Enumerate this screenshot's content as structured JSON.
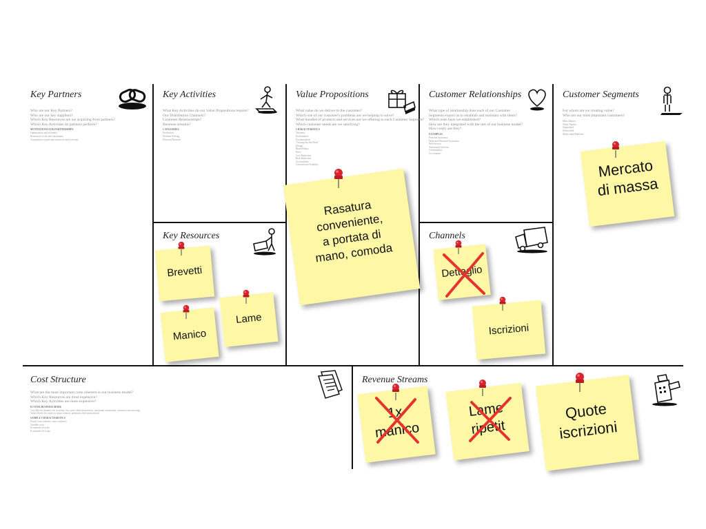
{
  "blocks": {
    "key_partners": {
      "title": "Key Partners",
      "questions": [
        "Who are our Key Partners?",
        "Who are our key suppliers?",
        "Which Key Resources are we acquiring from partners?",
        "Which Key Activities do partners perform?"
      ],
      "subhead": "MOTIVATIONS FOR PARTNERSHIPS",
      "examples": [
        "Optimization and economy",
        "Reduction of risk and uncertainty",
        "Acquisition of particular resources and activities"
      ]
    },
    "key_activities": {
      "title": "Key Activities",
      "questions": [
        "What Key Activities do our Value Propositions require?",
        "Our Distribution Channels?",
        "Customer Relationships?",
        "Revenue streams?"
      ],
      "subhead": "CATEGORIES",
      "examples": [
        "Production",
        "Problem Solving",
        "Platform/Network"
      ]
    },
    "value_propositions": {
      "title": "Value Propositions",
      "questions": [
        "What value do we deliver to the customer?",
        "Which one of our customer's problems are we helping to solve?",
        "What bundles of products and services are we offering to each Customer Segment?",
        "Which customer needs are we satisfying?"
      ],
      "subhead": "CHARACTERISTICS",
      "examples": [
        "Newness",
        "Performance",
        "Customization",
        "\"Getting the Job Done\"",
        "Design",
        "Brand/Status",
        "Price",
        "Cost Reduction",
        "Risk Reduction",
        "Accessibility",
        "Convenience/Usability"
      ]
    },
    "customer_relationships": {
      "title": "Customer Relationships",
      "questions": [
        "What type of relationship does each of our Customer",
        "Segments expect us to establish and maintain with them?",
        "Which ones have we established?",
        "How are they integrated with the rest of our business model?",
        "How costly are they?"
      ],
      "subhead": "EXAMPLES",
      "examples": [
        "Personal assistance",
        "Dedicated Personal Assistance",
        "Self-Service",
        "Automated Services",
        "Communities",
        "Co-creation"
      ]
    },
    "customer_segments": {
      "title": "Customer Segments",
      "questions": [
        "For whom are we creating value?",
        "Who are our most important customers?"
      ],
      "subhead": "",
      "examples": [
        "Mass Market",
        "Niche Market",
        "Segmented",
        "Diversified",
        "Multi-sided Platform"
      ]
    },
    "key_resources": {
      "title": "Key Resources"
    },
    "channels": {
      "title": "Channels"
    },
    "cost_structure": {
      "title": "Cost Structure",
      "questions": [
        "What are the most important costs inherent in our business model?",
        "Which Key Resources are most expensive?",
        "Which Key Activities are most expensive?"
      ],
      "subhead": "IS YOUR BUSINESS MORE",
      "examples": [
        "Cost Driven (leanest cost structure, low price value proposition, maximum automation, extensive outsourcing)",
        "Value Driven (focused on value creation, premium value proposition)"
      ],
      "subhead2": "SAMPLE CHARACTERISTICS",
      "examples2": [
        "Fixed Costs (salaries, rents, utilities)",
        "Variable costs",
        "Economies of scale",
        "Economies of scope"
      ]
    },
    "revenue_streams": {
      "title": "Revenue Streams"
    }
  },
  "notes": {
    "mercato": [
      "Mercato",
      "di massa"
    ],
    "rasatura": [
      "Rasatura",
      "conveniente,",
      "a portata di",
      "mano, comoda"
    ],
    "brevetti": [
      "Brevetti"
    ],
    "manico": [
      "Manico"
    ],
    "lame": [
      "Lame"
    ],
    "dettaglio": [
      "Dettaglio"
    ],
    "iscrizioni": [
      "Iscrizioni"
    ],
    "uno_manico": [
      "1x",
      "manico"
    ],
    "lame_ripetit": [
      "Lame",
      "ripetit"
    ],
    "quote": [
      "Quote",
      "iscrizioni"
    ]
  },
  "colors": {
    "note": "#fdf7a6",
    "pin": "#d8252b",
    "cross": "#e3342f",
    "grid": "#111111"
  },
  "icons": {
    "key_partners": "chain-links-icon",
    "key_activities": "worker-icon",
    "value_propositions": "gift-icon",
    "customer_relationships": "heart-icon",
    "customer_segments": "person-icon",
    "key_resources": "worker-with-cart-icon",
    "channels": "truck-icon",
    "cost_structure": "price-tag-icon",
    "revenue_streams": "cash-register-icon"
  }
}
